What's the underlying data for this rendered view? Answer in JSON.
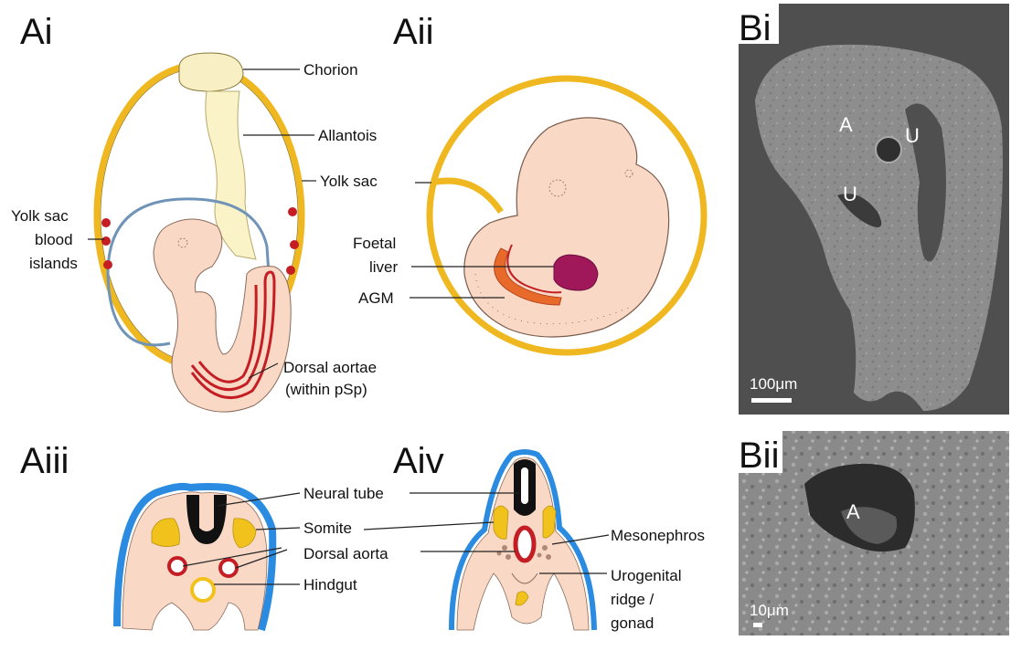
{
  "panels": {
    "ai": "Ai",
    "aii": "Aii",
    "aiii": "Aiii",
    "aiv": "Aiv",
    "bi": "Bi",
    "bii": "Bii"
  },
  "ai_labels": {
    "chorion": "Chorion",
    "allantois": "Allantois",
    "yolk_sac": "Yolk sac",
    "blood_islands_1": "Yolk sac",
    "blood_islands_2": "blood",
    "blood_islands_3": "islands",
    "dorsal_aortae_1": "Dorsal aortae",
    "dorsal_aortae_2": "(within pSp)"
  },
  "aii_labels": {
    "foetal_liver_1": "Foetal",
    "foetal_liver_2": "liver",
    "agm": "AGM"
  },
  "aiii_labels": {
    "neural_tube": "Neural tube",
    "somite": "Somite",
    "dorsal_aorta": "Dorsal aorta",
    "hindgut": "Hindgut"
  },
  "aiv_labels": {
    "mesonephros": "Mesonephros",
    "urogenital_1": "Urogenital",
    "urogenital_2": "ridge /",
    "urogenital_3": "gonad"
  },
  "bi_labels": {
    "a": "A",
    "u_top": "U",
    "u_bottom": "U",
    "scale": "100μm"
  },
  "bii_labels": {
    "a": "A",
    "scale": "10μm"
  },
  "colors": {
    "yolk_sac": "#f0b820",
    "embryo": "#f9d9c6",
    "amnion": "#6f94b8",
    "vessel": "#c41e24",
    "liver": "#a0185a",
    "ectoderm": "#2a8be0",
    "neural_tube": "#111111",
    "somite": "#f2c21c",
    "chorion": "#f8efc4",
    "sem_bg": "#5c5c5c"
  }
}
